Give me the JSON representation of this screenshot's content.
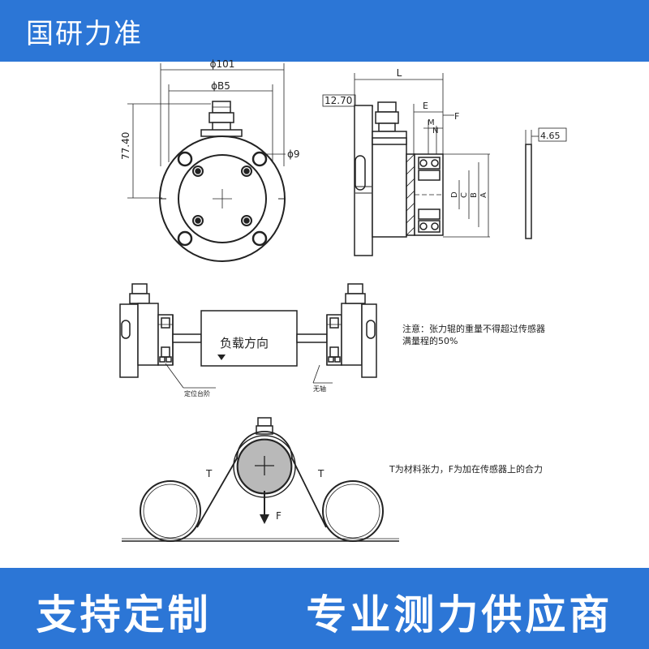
{
  "brand": {
    "name": "国研力准"
  },
  "slogan": {
    "left": "支持定制",
    "right": "专业测力供应商"
  },
  "front_view": {
    "dim_outer": "ϕ101",
    "dim_inner": "ϕB5",
    "dim_height": "77.40",
    "dim_hole": "ϕ9"
  },
  "side_view": {
    "dim_L": "L",
    "dim_offset": "12.70",
    "label_E": "E",
    "label_F": "F",
    "label_M": "M",
    "label_N": "N",
    "label_D": "D",
    "label_C": "C",
    "label_B": "B",
    "label_A": "A",
    "dim_plate": "4.65"
  },
  "assembly_view": {
    "load_direction": "负载方向",
    "note": "注意：张力辊的重量不得超过传感器满量程的50%",
    "label_left": "定位台阶",
    "label_right": "无轴"
  },
  "force_view": {
    "label_T_left": "T",
    "label_T_right": "T",
    "label_F": "F",
    "note": "T为材料张力，F为加在传感器上的合力"
  },
  "colors": {
    "brand_blue": "#2c76d6",
    "line": "#222222",
    "roller_gray": "#b9b9b9"
  }
}
